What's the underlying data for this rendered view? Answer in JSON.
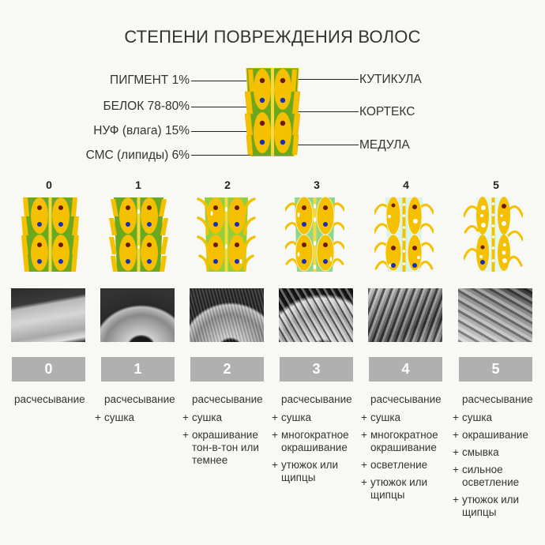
{
  "title": "СТЕПЕНИ ПОВРЕЖДЕНИЯ ВОЛОС",
  "legend": {
    "left": [
      "ПИГМЕНТ 1%",
      "БЕЛОК 78-80%",
      "НУФ (влага) 15%",
      "СМС (липиды) 6%"
    ],
    "right": [
      "КУТИКУЛА",
      "КОРТЕКС",
      "МЕДУЛА"
    ]
  },
  "colors": {
    "cortex_yellow": "#f5c000",
    "cuticle_green": "#6aa820",
    "cuticle_light_green": "#92cf3a",
    "pale_green": "#8fd68a",
    "mint": "#d6f5e8",
    "pigment": "#6b1a0a",
    "lipid": "#1a2fb0",
    "badge_gray": "#b0b0b0",
    "background": "#f8f8f4"
  },
  "stages": [
    {
      "number": "0",
      "badge": "0",
      "first": "расчесывание",
      "items": []
    },
    {
      "number": "1",
      "badge": "1",
      "first": "расчесывание",
      "items": [
        [
          "+ ",
          "сушка"
        ]
      ]
    },
    {
      "number": "2",
      "badge": "2",
      "first": "расчесывание",
      "items": [
        [
          "+ ",
          "сушка"
        ],
        [
          "+ ",
          "окрашивание",
          "тон-в-тон или",
          "темнее"
        ]
      ]
    },
    {
      "number": "3",
      "badge": "3",
      "first": "расчесывание",
      "items": [
        [
          "+ ",
          "сушка"
        ],
        [
          "+ ",
          "многократное",
          "окрашивание"
        ],
        [
          "+ ",
          "утюжок или",
          "щипцы"
        ]
      ]
    },
    {
      "number": "4",
      "badge": "4",
      "first": "расчесывание",
      "items": [
        [
          "+ ",
          "сушка"
        ],
        [
          "+ ",
          "многократное",
          "окрашивание"
        ],
        [
          "+ ",
          "осветление"
        ],
        [
          "+ ",
          "утюжок или",
          "щипцы"
        ]
      ]
    },
    {
      "number": "5",
      "badge": "5",
      "first": "расчесывание",
      "items": [
        [
          "+ ",
          "сушка"
        ],
        [
          "+ ",
          "окрашивание"
        ],
        [
          "+ ",
          "смывка"
        ],
        [
          "+ ",
          "сильное",
          "осветление"
        ],
        [
          "+ ",
          "утюжок или",
          "щипцы"
        ]
      ]
    }
  ]
}
